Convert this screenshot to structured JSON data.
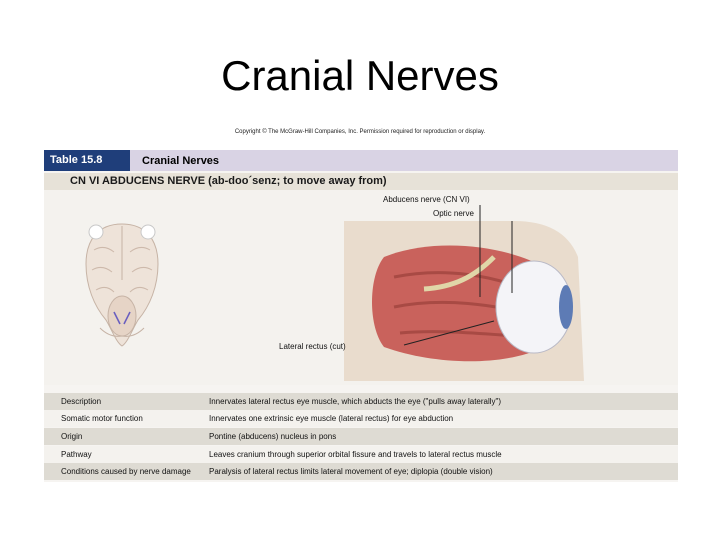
{
  "slide": {
    "title": "Cranial Nerves",
    "copyright": "Copyright © The McGraw-Hill Companies, Inc. Permission required for reproduction or display."
  },
  "table": {
    "badge": "Table 15.8",
    "heading": "Cranial Nerves",
    "nerve_title": "CN VI ABDUCENS NERVE (ab-doo´senz; to move away from)"
  },
  "illustration": {
    "callouts": {
      "abducens": "Abducens nerve (CN VI)",
      "optic": "Optic nerve",
      "lateral_rectus": "Lateral rectus (cut)"
    }
  },
  "rows": [
    {
      "label": "Description",
      "value": "Innervates lateral rectus eye muscle, which abducts the eye (\"pulls away laterally\")"
    },
    {
      "label": "Somatic motor function",
      "value": "Innervates one extrinsic eye muscle (lateral rectus) for eye abduction"
    },
    {
      "label": "Origin",
      "value": "Pontine (abducens) nucleus in pons"
    },
    {
      "label": "Pathway",
      "value": "Leaves cranium through superior orbital fissure and travels to lateral rectus muscle"
    },
    {
      "label": "Conditions caused by nerve damage",
      "value": "Paralysis of lateral rectus limits lateral movement of eye; diplopia (double vision)"
    }
  ],
  "colors": {
    "badge_bg": "#1f3e7a",
    "heading_bg": "#d9d3e4",
    "band_bg": "#e7e2d8",
    "row_odd": "#dedbd3",
    "row_even": "#f4f2ee"
  }
}
